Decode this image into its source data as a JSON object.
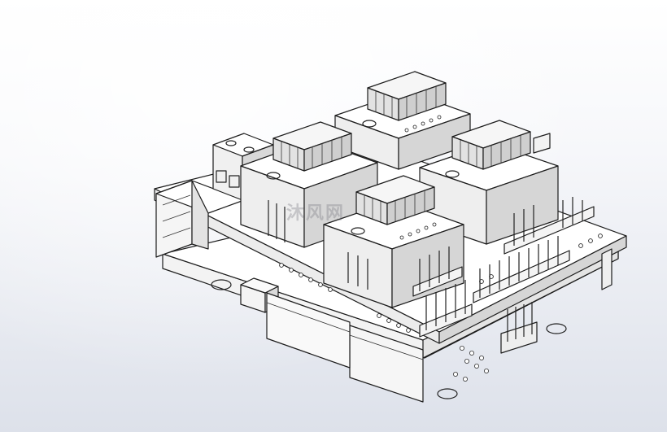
{
  "watermark": {
    "text": "沐风网"
  },
  "colors": {
    "background_top": "#ffffff",
    "background_bottom": "#dde1ea",
    "outline": "#1c1c1c",
    "face_light": "#ffffff",
    "face_mid": "#f1f1f1",
    "face_dark": "#d8d8d8"
  },
  "model": {
    "boards": [
      "arduino-base-board",
      "cnc-shield-board"
    ],
    "driver_modules": 4,
    "heatsinks": 4
  }
}
